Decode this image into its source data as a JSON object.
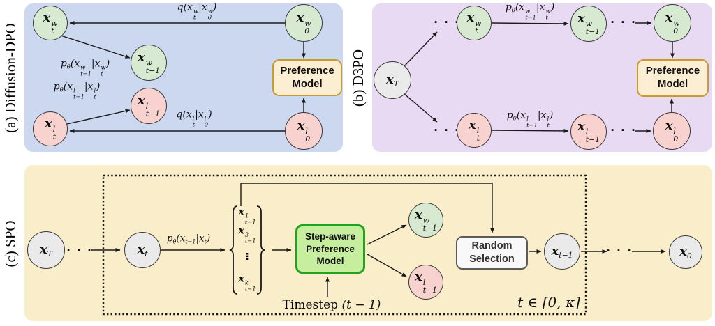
{
  "colors": {
    "panel_a_bg": "#ccd8f0",
    "panel_b_bg": "#e9daf3",
    "panel_c_bg": "#faeeca",
    "green_fill": "#d7ead1",
    "pink_fill": "#f8d2ce",
    "gray_fill": "#eaeaea",
    "pref_fill": "#fceed2",
    "pref_border": "#c89b30",
    "step_fill": "#c7ed9f",
    "step_border": "#1fa31f",
    "random_fill": "#f8f8f8",
    "random_border": "#5b5b5b"
  },
  "dots": "· · ·",
  "panel_a": {
    "label": "(a) Diffusion-DPO",
    "nodes": {
      "xtw": "x_t^w",
      "x0w": "x_0^w",
      "xt1w": "x_{t−1}^w",
      "xt1l": "x_{t−1}^l",
      "xtl": "x_t^l",
      "x0l": "x_0^l"
    },
    "edge_labels": {
      "q_w": "q(x_t^w|x_0^w)",
      "p_w": "p_θ(x_{t−1}^w|x_t^w)",
      "p_l": "p_θ(x_{t−1}^l|x_t^l)",
      "q_l": "q(x_t^l|x_0^l)"
    },
    "pref_model": {
      "line1": "Preference",
      "line2": "Model"
    }
  },
  "panel_b": {
    "label": "(b) D3PO",
    "nodes": {
      "xT": "x_T",
      "xtw": "x_t^w",
      "xt1w": "x_{t−1}^w",
      "x0w": "x_0^w",
      "xtl": "x_t^l",
      "xt1l": "x_{t−1}^l",
      "x0l": "x_0^l"
    },
    "edge_labels": {
      "p_w": "p_θ(x_{t−1}^w|x_t^w)",
      "p_l": "p_θ(x_{t−1}^l|x_t^l)"
    },
    "pref_model": {
      "line1": "Preference",
      "line2": "Model"
    }
  },
  "panel_c": {
    "label": "(c) SPO",
    "nodes": {
      "xT": "x_T",
      "xt": "x_t",
      "xt1w": "x_{t−1}^w",
      "xt1l": "x_{t−1}^l",
      "xt1": "x_{t−1}",
      "x0": "x_0"
    },
    "candidates": [
      "x_{t−1}^1",
      "x_{t−1}^2",
      "⋮",
      "x_{t−1}^k"
    ],
    "edge_labels": {
      "p": "p_θ(x_{t−1}|x_t)"
    },
    "step_model": {
      "line1": "Step-aware",
      "line2": "Preference",
      "line3": "Model"
    },
    "random_selection": {
      "line1": "Random",
      "line2": "Selection"
    },
    "timestep": {
      "prefix": "Timestep ",
      "math": "(t − 1)"
    },
    "range_label": "t ∈ [0, κ]"
  }
}
